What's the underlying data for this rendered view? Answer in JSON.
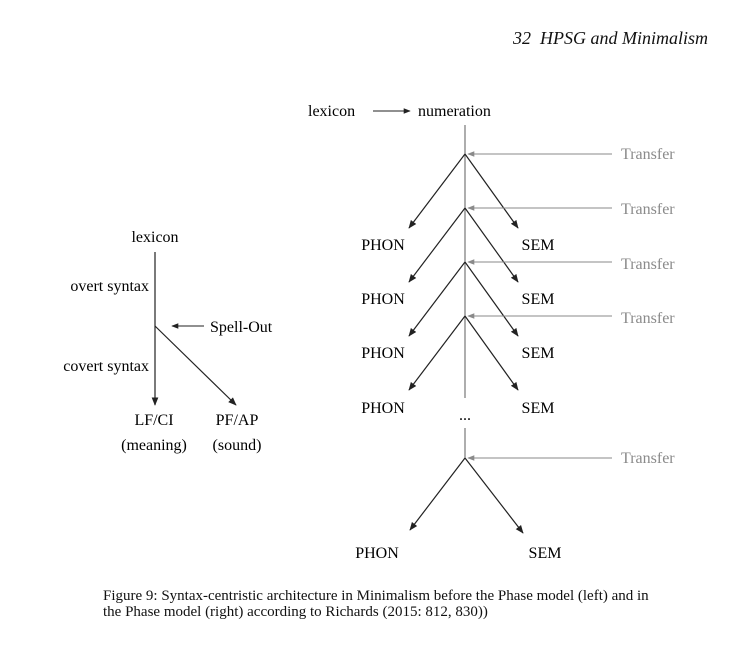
{
  "header": {
    "chapter_number": "32",
    "chapter_title": "HPSG and Minimalism"
  },
  "left_model": {
    "lexicon": "lexicon",
    "overt_syntax": "overt syntax",
    "spell_out": "Spell-Out",
    "covert_syntax": "covert syntax",
    "lf_ci": "LF/CI",
    "meaning": "(meaning)",
    "pf_ap": "PF/AP",
    "sound": "(sound)"
  },
  "right_model": {
    "lexicon": "lexicon",
    "numeration": "numeration",
    "transfer": [
      "Transfer",
      "Transfer",
      "Transfer",
      "Transfer",
      "Transfer"
    ],
    "phon": [
      "PHON",
      "PHON",
      "PHON",
      "PHON",
      "PHON"
    ],
    "sem": [
      "SEM",
      "SEM",
      "SEM",
      "SEM",
      "SEM"
    ],
    "ellipsis": "..."
  },
  "caption": "Figure 9: Syntax-centristic architecture in Minimalism before the Phase model (left) and in the Phase model (right) according to Richards (2015: 812, 830))",
  "colors": {
    "text": "#111111",
    "transfer_gray": "#8a8a8a"
  }
}
